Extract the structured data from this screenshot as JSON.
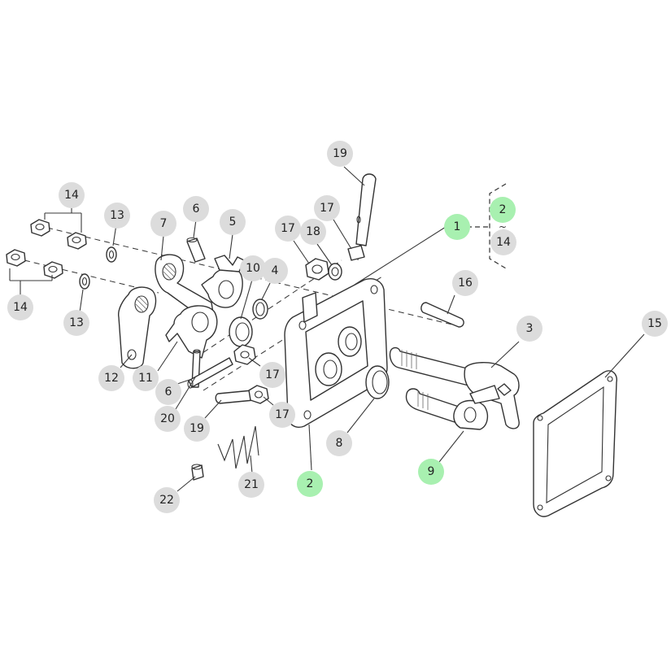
{
  "colors": {
    "callout_default": "#dcdcdc",
    "callout_highlight": "#a8f0b0",
    "line": "#333333"
  },
  "callouts": [
    {
      "id": "c19a",
      "label": "19",
      "highlight": false
    },
    {
      "id": "c17a",
      "label": "17",
      "highlight": false
    },
    {
      "id": "c1",
      "label": "1",
      "highlight": true
    },
    {
      "id": "c2a",
      "label": "2",
      "highlight": true
    },
    {
      "id": "c14c",
      "label": "14",
      "highlight": false
    },
    {
      "id": "c14a",
      "label": "14",
      "highlight": false
    },
    {
      "id": "c13a",
      "label": "13",
      "highlight": false
    },
    {
      "id": "c6a",
      "label": "6",
      "highlight": false
    },
    {
      "id": "c7",
      "label": "7",
      "highlight": false
    },
    {
      "id": "c5",
      "label": "5",
      "highlight": false
    },
    {
      "id": "c17b",
      "label": "17",
      "highlight": false
    },
    {
      "id": "c18",
      "label": "18",
      "highlight": false
    },
    {
      "id": "c10",
      "label": "10",
      "highlight": false
    },
    {
      "id": "c4",
      "label": "4",
      "highlight": false
    },
    {
      "id": "c14b",
      "label": "14",
      "highlight": false
    },
    {
      "id": "c13b",
      "label": "13",
      "highlight": false
    },
    {
      "id": "c16",
      "label": "16",
      "highlight": false
    },
    {
      "id": "c3",
      "label": "3",
      "highlight": false
    },
    {
      "id": "c15",
      "label": "15",
      "highlight": false
    },
    {
      "id": "c12",
      "label": "12",
      "highlight": false
    },
    {
      "id": "c11",
      "label": "11",
      "highlight": false
    },
    {
      "id": "c6b",
      "label": "6",
      "highlight": false
    },
    {
      "id": "c17c",
      "label": "17",
      "highlight": false
    },
    {
      "id": "c20",
      "label": "20",
      "highlight": false
    },
    {
      "id": "c17d",
      "label": "17",
      "highlight": false
    },
    {
      "id": "c19b",
      "label": "19",
      "highlight": false
    },
    {
      "id": "c8",
      "label": "8",
      "highlight": false
    },
    {
      "id": "c9",
      "label": "9",
      "highlight": true
    },
    {
      "id": "c2b",
      "label": "2",
      "highlight": true
    },
    {
      "id": "c21",
      "label": "21",
      "highlight": false
    },
    {
      "id": "c22",
      "label": "22",
      "highlight": false
    }
  ],
  "range_note": "~"
}
